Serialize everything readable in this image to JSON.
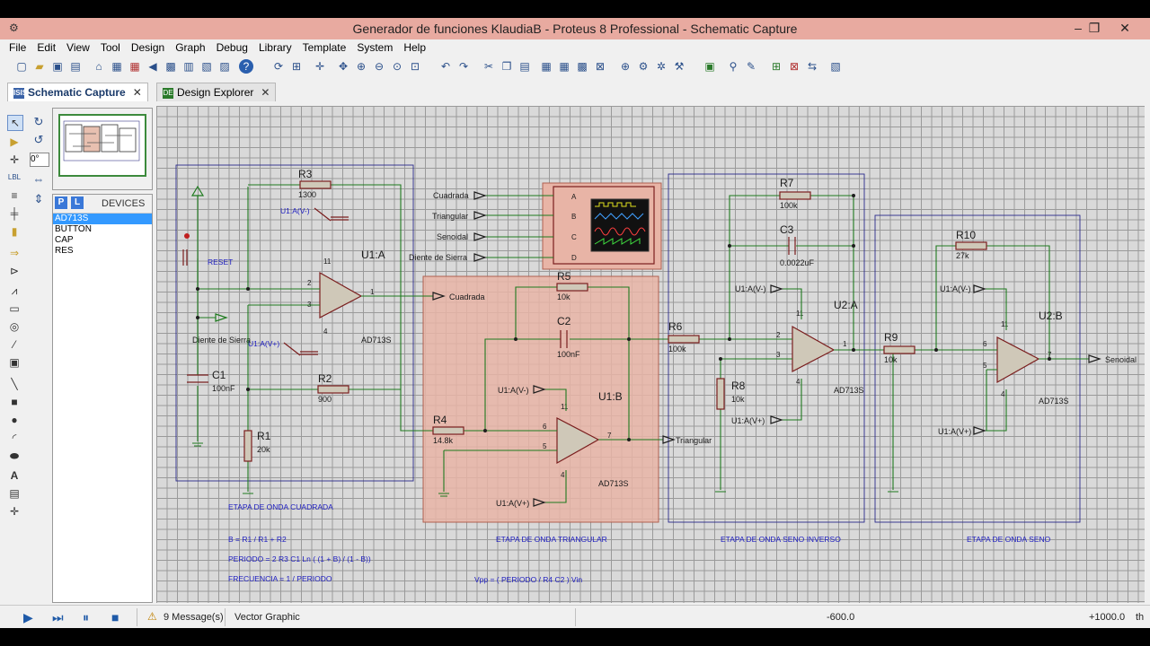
{
  "window": {
    "title": "Generador de funciones KlaudiaB - Proteus 8 Professional - Schematic Capture",
    "minimize_glyph": "‒",
    "restore_glyph": "❐",
    "close_glyph": "✕"
  },
  "menu": [
    "File",
    "Edit",
    "View",
    "Tool",
    "Design",
    "Graph",
    "Debug",
    "Library",
    "Template",
    "System",
    "Help"
  ],
  "tabs": [
    {
      "label": "Schematic Capture",
      "close": "✕",
      "active": true,
      "icon": "ISIS"
    },
    {
      "label": "Design Explorer",
      "close": "✕",
      "active": false,
      "icon": "DE"
    }
  ],
  "rotation": {
    "angle": "0°"
  },
  "devices": {
    "header": "DEVICES",
    "p_label": "P",
    "l_label": "L",
    "items": [
      "AD713S",
      "BUTTON",
      "CAP",
      "RES"
    ],
    "selected": "AD713S"
  },
  "status": {
    "messages": "9 Message(s)",
    "mode": "Vector Graphic",
    "coord_x": "-600.0",
    "coord_y": "+1000.0",
    "unit": "th"
  },
  "schematic": {
    "stage1": {
      "R3_name": "R3",
      "R3_val": "1300",
      "R2_name": "R2",
      "R2_val": "900",
      "R1_name": "R1",
      "R1_val": "20k",
      "C1_name": "C1",
      "C1_val": "100nF",
      "U1A": "U1:A",
      "U1A_model": "AD713S",
      "reset": "RESET",
      "vminus": "U1:A(V-)",
      "vplus": "U1:A(V+)",
      "saw": "Diente de Sierra",
      "out": "Cuadrada",
      "pin2": "2",
      "pin3": "3",
      "pin1": "1",
      "pin11": "11",
      "pin4": "4",
      "caption": "ETAPA DE ONDA CUADRADA",
      "eq1": "B = R1 /  R1 + R2",
      "eq2": "PERIODO =  2 R3 C1 Ln ( (1 + B) / (1 - B))",
      "eq3": "FRECUENCIA = 1 / PERIODO"
    },
    "scope": {
      "in_a": "Cuadrada",
      "in_b": "Triangular",
      "in_c": "Senoidal",
      "in_d": "Diente de Sierra",
      "pA": "A",
      "pB": "B",
      "pC": "C",
      "pD": "D"
    },
    "stage2": {
      "R5_name": "R5",
      "R5_val": "10k",
      "C2_name": "C2",
      "C2_val": "100nF",
      "R4_name": "R4",
      "R4_val": "14.8k",
      "U1B": "U1:B",
      "U1B_model": "AD713S",
      "vminus": "U1:A(V-)",
      "vplus": "U1:A(V+)",
      "out": "Triangular",
      "pin6": "6",
      "pin5": "5",
      "pin7": "7",
      "pin11": "11",
      "pin4": "4",
      "caption": "ETAPA DE ONDA TRIANGULAR",
      "eq": "Vpp = ( PERIODO / R4 C2 ) Vin"
    },
    "stage3": {
      "R7_name": "R7",
      "R7_val": "100k",
      "C3_name": "C3",
      "C3_val": "0.0022uF",
      "R6_name": "R6",
      "R6_val": "100k",
      "R8_name": "R8",
      "R8_val": "10k",
      "U2A": "U2:A",
      "U2A_model": "AD713S",
      "vminus": "U1:A(V-)",
      "vplus": "U1:A(V+)",
      "pin2": "2",
      "pin3": "3",
      "pin1": "1",
      "pin11": "11",
      "pin4": "4",
      "caption": "ETAPA DE ONDA SENO INVERSO"
    },
    "stage4": {
      "R10_name": "R10",
      "R10_val": "27k",
      "R9_name": "R9",
      "R9_val": "10k",
      "U2B": "U2:B",
      "U2B_model": "AD713S",
      "vminus": "U1:A(V-)",
      "vplus": "U1:A(V+)",
      "out": "Senoidal",
      "pin6": "6",
      "pin5": "5",
      "pin7": "7",
      "pin11": "11",
      "pin4": "4",
      "caption": "ETAPA DE ONDA SENO"
    }
  },
  "colors": {
    "wire": "#1e7a1e",
    "component": "#7a1e1e",
    "label": "#1a1a1a",
    "note": "#2020c0",
    "highlight": "#e8b4a6",
    "titlebar": "#e8aaa0"
  }
}
